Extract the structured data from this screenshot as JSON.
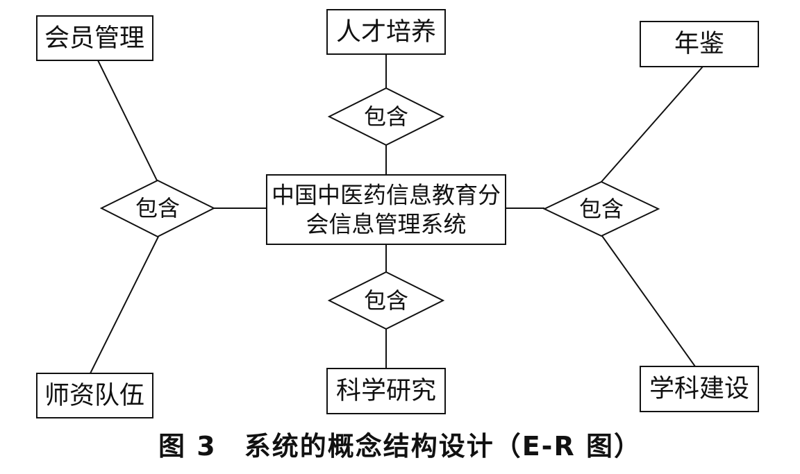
{
  "colors": {
    "stroke": "#111111",
    "background": "#ffffff",
    "text": "#111111"
  },
  "center": {
    "line1": "中国中医药信息教育分",
    "line2": "会信息管理系统"
  },
  "relations": {
    "top": "包含",
    "left": "包含",
    "right": "包含",
    "bottom": "包含"
  },
  "entities": {
    "huiyuan": "会员管理",
    "rencai": "人才培养",
    "nianjian": "年鉴",
    "shizi": "师资队伍",
    "keyan": "科学研究",
    "xueke": "学科建设"
  },
  "caption": "图 3　系统的概念结构设计（E-R 图）"
}
